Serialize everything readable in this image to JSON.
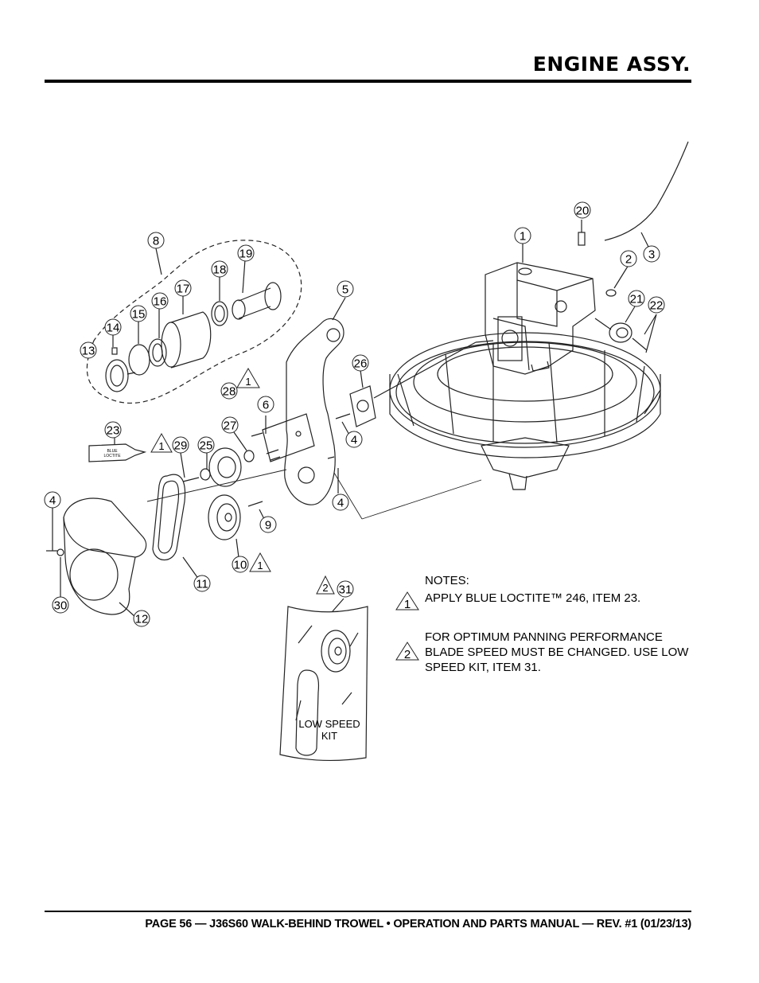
{
  "header": {
    "title": "ENGINE ASSY."
  },
  "footer": {
    "text": "PAGE 56 — J36S60 WALK-BEHIND TROWEL • OPERATION AND PARTS MANUAL — REV. #1 (01/23/13)"
  },
  "tube_label": {
    "line1": "BLUE",
    "line2": "LOCTITE"
  },
  "kit_label": {
    "line1": "LOW SPEED",
    "line2": "KIT"
  },
  "callouts": [
    "1",
    "2",
    "3",
    "4",
    "5",
    "6",
    "8",
    "9",
    "10",
    "11",
    "12",
    "13",
    "14",
    "15",
    "16",
    "17",
    "18",
    "19",
    "20",
    "21",
    "22",
    "23",
    "25",
    "26",
    "27",
    "28",
    "29",
    "30",
    "31"
  ],
  "triangles": [
    "1",
    "2"
  ],
  "notes": {
    "heading": "NOTES:",
    "items": [
      {
        "marker": "1",
        "text": "APPLY BLUE LOCTITE™ 246, ITEM 23."
      },
      {
        "marker": "2",
        "text": "FOR OPTIMUM PANNING PERFORMANCE BLADE SPEED MUST BE CHANGED. USE LOW SPEED KIT, ITEM 31."
      }
    ]
  }
}
